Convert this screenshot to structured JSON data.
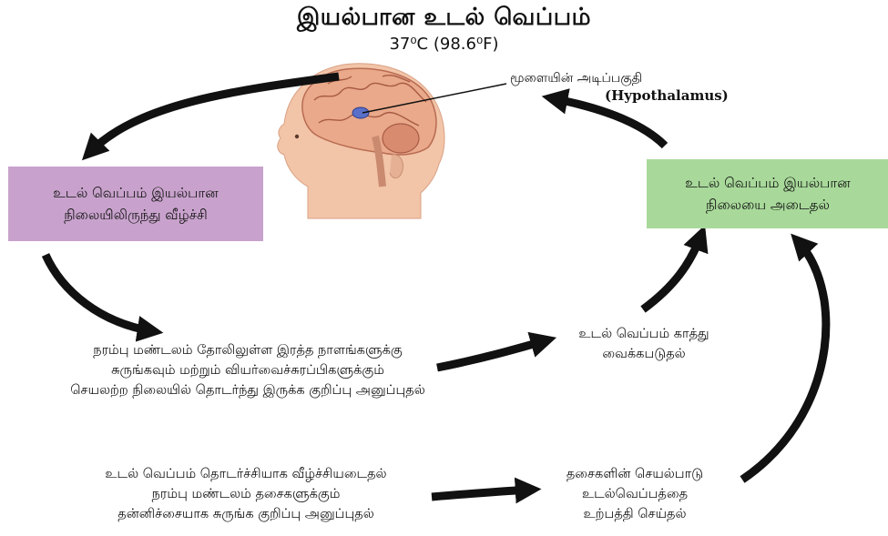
{
  "title": "இயல்பான உடல் வெப்பம்",
  "subtitle": "37⁰C (98.6⁰F)",
  "hypothalamus": {
    "label_tamil": "மூளையின் அடிப்பகுதி",
    "label_english": "(Hypothalamus)"
  },
  "boxes": {
    "temperature_drop": [
      "உடல் வெப்பம் இயல்பான",
      "நிலையிலிருந்து வீழ்ச்சி"
    ],
    "normal_reached": [
      "உடல் வெப்பம் இயல்பான",
      "நிலையை அடைதல்"
    ]
  },
  "steps": {
    "nerve_signal": [
      "நரம்பு மண்டலம் தோலிலுள்ள இரத்த நாளங்களுக்கு",
      "சுருங்கவும் மற்றும் வியர்வைச்சுரப்பிகளுக்கும்",
      "செயலற்ற நிலையில் தொடர்ந்து இருக்க குறிப்பு அனுப்புதல்"
    ],
    "heat_retention": [
      "உடல் வெப்பம் காத்து",
      "வைக்கபடுதல்"
    ],
    "continued_drop": [
      "உடல் வெப்பம் தொடர்ச்சியாக வீழ்ச்சியடைதல்",
      "நரம்பு மண்டலம் தசைகளுக்கும்",
      "தன்னிச்சையாக சுருங்க குறிப்பு அனுப்புதல்"
    ],
    "muscle_heat": [
      "தசைகளின் செயல்பாடு",
      "உடல்வெப்பத்தை",
      "உற்பத்தி செய்தல்"
    ]
  },
  "colors": {
    "drop_box": "#c8a2cc",
    "normal_box": "#a8d99a",
    "arrow": "#111111",
    "skin": "#f2c4a8",
    "brain": "#e9a98a"
  }
}
